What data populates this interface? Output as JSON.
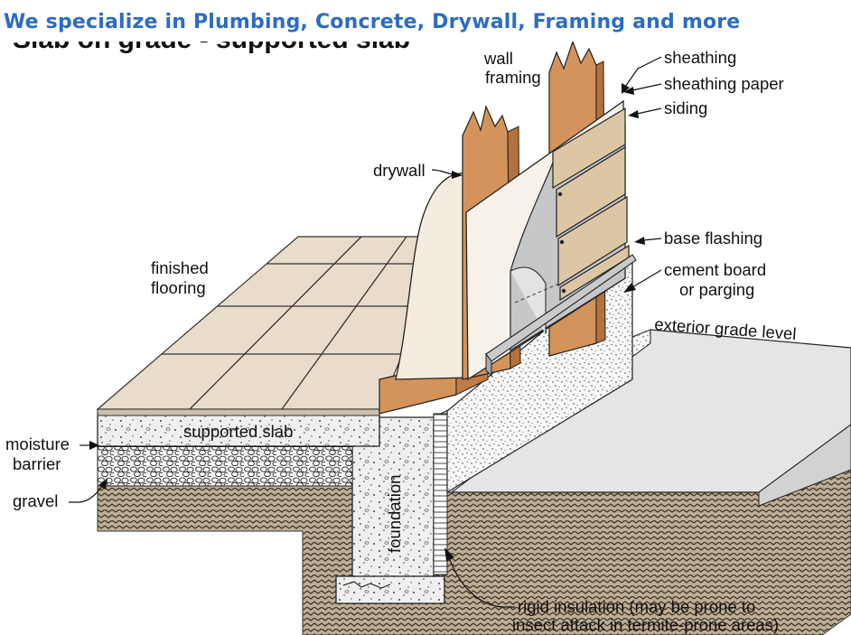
{
  "banner": {
    "text": "We specialize in Plumbing, Concrete, Drywall, Framing and more",
    "color": "#2b6cc4"
  },
  "diagram": {
    "title_partial": "Slab on grade - supported slab",
    "labels": {
      "wall_framing_1": "wall",
      "wall_framing_2": "framing",
      "sheathing": "sheathing",
      "sheathing_paper": "sheathing paper",
      "siding": "siding",
      "drywall": "drywall",
      "finished_flooring_1": "finished",
      "finished_flooring_2": "flooring",
      "base_flashing": "base flashing",
      "cement_board_1": "cement board",
      "cement_board_2": "or parging",
      "exterior_grade": "exterior grade level",
      "supported_slab": "supported slab",
      "moisture_barrier_1": "moisture",
      "moisture_barrier_2": "barrier",
      "gravel": "gravel",
      "foundation": "foundation",
      "rigid_insulation_1": "rigid insulation (may be prone to",
      "rigid_insulation_2": "insect attack in termite-prone areas)"
    },
    "colors": {
      "tile": "#e9dccb",
      "wood": "#d4935a",
      "siding": "#dcc6a4",
      "drywall": "#f3ecdf",
      "flashing": "#c9cacc",
      "concrete": "#eeeeee",
      "soil": "#b9aa92",
      "grade": "#e4e4e4"
    }
  }
}
